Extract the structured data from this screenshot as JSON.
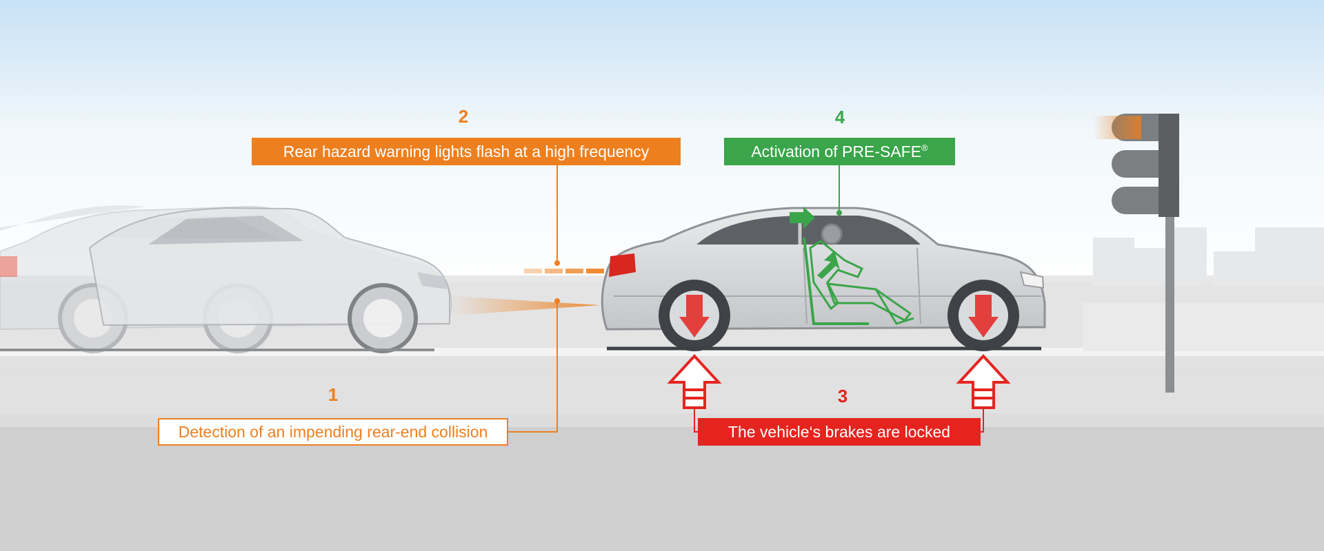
{
  "steps": {
    "detection": {
      "number": "1",
      "label": "Detection of an impending rear-end collision"
    },
    "hazard_lights": {
      "number": "2",
      "label": "Rear hazard warning lights flash at a high frequency"
    },
    "brakes": {
      "number": "3",
      "label": "The vehicle‘s brakes are locked"
    },
    "pre_safe": {
      "number": "4",
      "label": "Activation of PRE-SAFE",
      "mark": "®"
    }
  },
  "colors": {
    "orange": "#ee7f1e",
    "red": "#e52420",
    "green": "#3aa54a",
    "sky": "#cfe6f7",
    "road": "#dedede"
  },
  "icons": [
    "approaching-car",
    "braked-car",
    "traffic-light",
    "occupant-icon",
    "brake-lock-icon",
    "up-arrow-icon"
  ]
}
